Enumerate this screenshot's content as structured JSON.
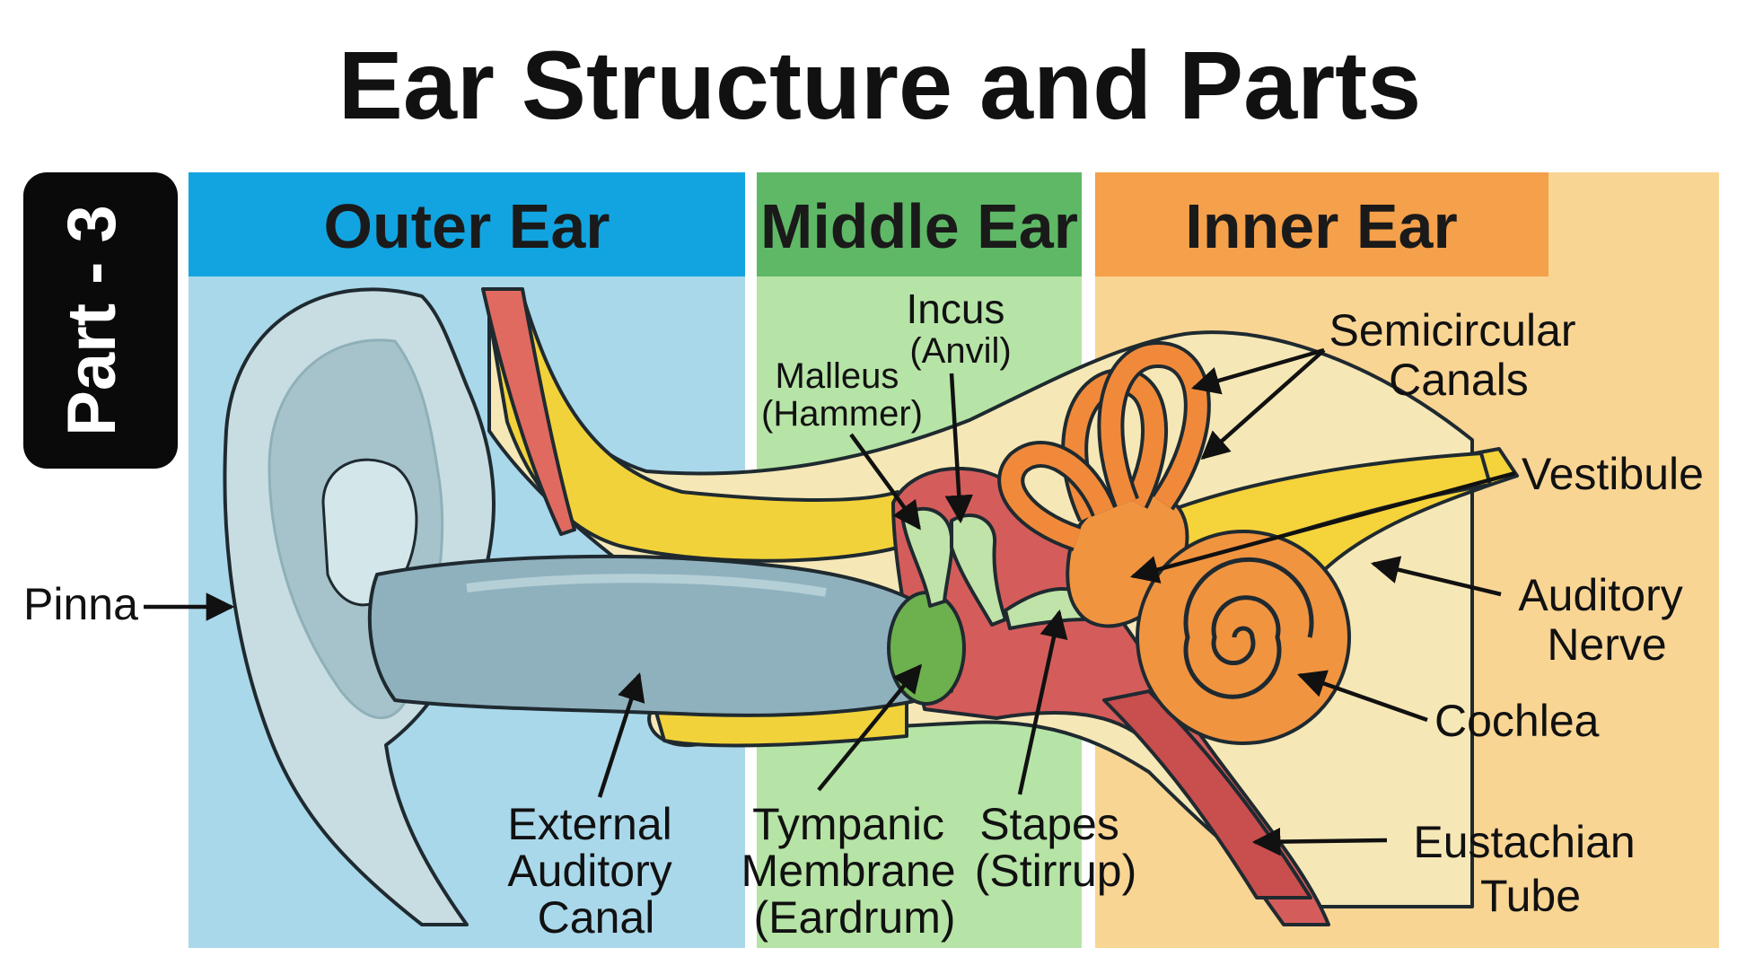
{
  "title": "Ear Structure and Parts",
  "badge": "Part - 3",
  "sections": {
    "outer": {
      "label": "Outer Ear",
      "header_color": "#12a4e0",
      "bg_color": "#a9d8ea"
    },
    "middle": {
      "label": "Middle Ear",
      "header_color": "#5fb866",
      "bg_color": "#b6e4a6"
    },
    "inner": {
      "label": "Inner Ear",
      "header_color": "#f5a04a",
      "bg_color": "#f9d594"
    }
  },
  "labels": {
    "pinna": "Pinna",
    "external_canal": [
      "External",
      "Auditory",
      "Canal"
    ],
    "tympanic": [
      "Tympanic",
      "Membrane",
      "(Eardrum)"
    ],
    "malleus": [
      "Malleus",
      "(Hammer)"
    ],
    "incus": [
      "Incus",
      "(Anvil)"
    ],
    "stapes": [
      "Stapes",
      "(Stirrup)"
    ],
    "semicircular": [
      "Semicircular",
      "Canals"
    ],
    "vestibule": "Vestibule",
    "auditory_nerve": [
      "Auditory",
      "Nerve"
    ],
    "cochlea": "Cochlea",
    "eustachian": [
      "Eustachian",
      "Tube"
    ]
  }
}
